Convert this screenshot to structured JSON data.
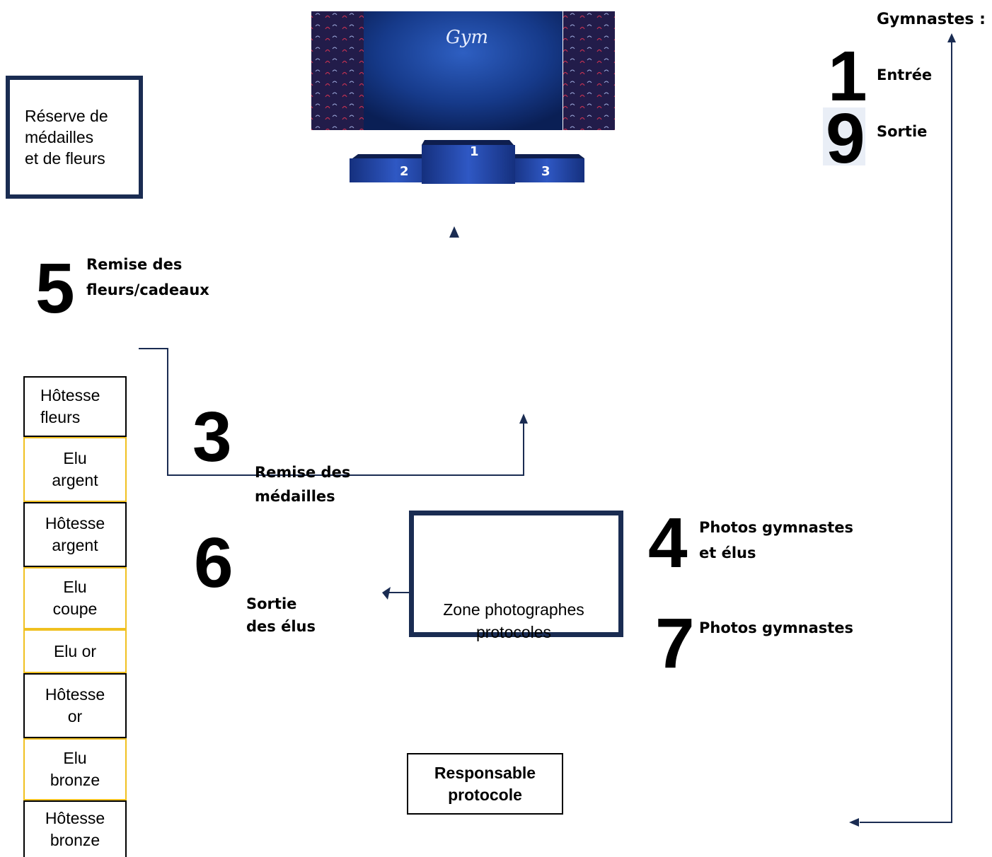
{
  "legend": {
    "heading": "Gymnastes :",
    "entree_num": "1",
    "entree_label": "Entrée",
    "sortie_num": "9",
    "sortie_label": "Sortie"
  },
  "reserve_box": {
    "line1": "Réserve de",
    "line2": "médailles",
    "line3": "et de fleurs"
  },
  "podium": {
    "logo_text": "Gym",
    "places": [
      "1",
      "2",
      "3"
    ]
  },
  "step5": {
    "num": "5",
    "line1": "Remise des",
    "line2": "fleurs/cadeaux"
  },
  "step3": {
    "num": "3",
    "line1": "Remise des",
    "line2": "médailles"
  },
  "step6": {
    "num": "6",
    "line1": "Sortie",
    "line2": "des élus"
  },
  "step4": {
    "num": "4",
    "line1": "Photos gymnastes",
    "line2": "et élus"
  },
  "step7": {
    "num": "7",
    "label": "Photos gymnastes"
  },
  "zone_photographes": {
    "line1": "Zone photographes",
    "line2": "protocoles"
  },
  "responsable": {
    "line1": "Responsable",
    "line2": "protocole"
  },
  "queue": [
    {
      "line1": "Hôtesse",
      "line2": "fleurs",
      "kind": "host"
    },
    {
      "line1": "Elu",
      "line2": "argent",
      "kind": "elu"
    },
    {
      "line1": "Hôtesse",
      "line2": "argent",
      "kind": "host"
    },
    {
      "line1": "Elu",
      "line2": "coupe",
      "kind": "elu"
    },
    {
      "line1": "Elu or",
      "line2": "",
      "kind": "elu"
    },
    {
      "line1": "Hôtesse",
      "line2": "or",
      "kind": "host"
    },
    {
      "line1": "Elu",
      "line2": "bronze",
      "kind": "elu"
    },
    {
      "line1": "Hôtesse",
      "line2": "bronze",
      "kind": "host"
    }
  ],
  "colors": {
    "navy": "#1a2c52",
    "gold_border": "#f0c020",
    "podium_blue": "#1e3e9c"
  }
}
